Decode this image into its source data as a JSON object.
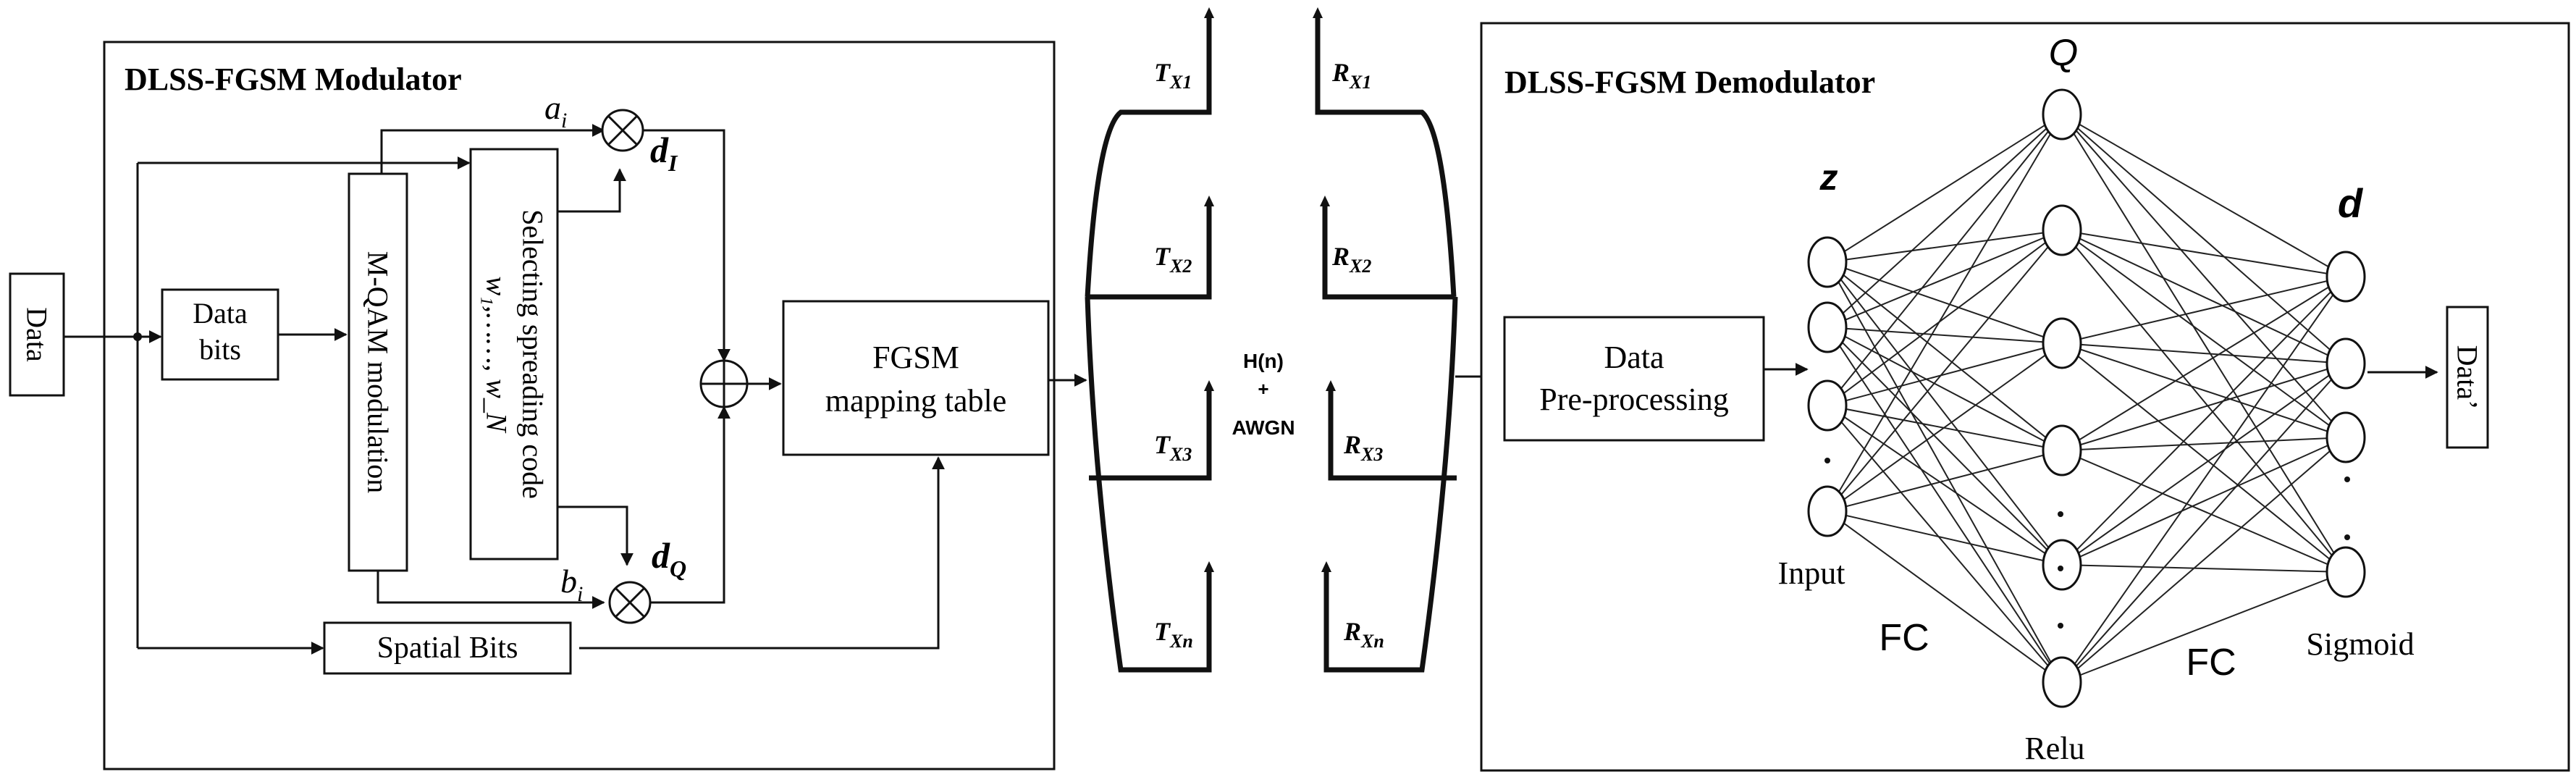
{
  "modulator": {
    "title": "DLSS-FGSM Modulator",
    "data_input": "Data",
    "data_bits": [
      "Data",
      "bits"
    ],
    "mqam": "M-QAM modulation",
    "spreading": "Selecting spreading code",
    "codes": "w₁,……, w_N",
    "ai": "a",
    "ai_sub": "i",
    "bi": "b",
    "bi_sub": "i",
    "dI": "d",
    "dI_sub": "I",
    "dQ": "d",
    "dQ_sub": "Q",
    "fgsm": [
      "FGSM",
      "mapping table"
    ],
    "spatial": "Spatial Bits"
  },
  "channel": {
    "tx": [
      {
        "main": "T",
        "sub": "X1"
      },
      {
        "main": "T",
        "sub": "X2"
      },
      {
        "main": "T",
        "sub": "X3"
      },
      {
        "main": "T",
        "sub": "Xn"
      }
    ],
    "rx": [
      {
        "main": "R",
        "sub": "X1"
      },
      {
        "main": "R",
        "sub": "X2"
      },
      {
        "main": "R",
        "sub": "X3"
      },
      {
        "main": "R",
        "sub": "Xn"
      }
    ],
    "label": [
      "H(n)",
      "+",
      "AWGN"
    ]
  },
  "demodulator": {
    "title": "DLSS-FGSM Demodulator",
    "preproc": [
      "Data",
      "Pre-processing"
    ],
    "z": "z",
    "q": "Q",
    "d": "d",
    "input": "Input",
    "fc1": "FC",
    "fc2": "FC",
    "relu": "Relu",
    "sigmoid": "Sigmoid",
    "output": "Data’"
  },
  "network": {
    "input_nodes": 4,
    "hidden_nodes": 6,
    "output_nodes": 4
  }
}
